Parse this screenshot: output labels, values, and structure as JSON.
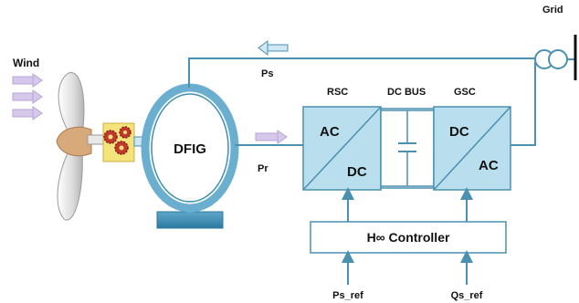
{
  "labels": {
    "wind": "Wind",
    "grid": "Grid",
    "ps": "Ps",
    "pr": "Pr",
    "rsc": "RSC",
    "dc_bus": "DC BUS",
    "gsc": "GSC",
    "dfig": "DFIG",
    "rsc_ac": "AC",
    "rsc_dc": "DC",
    "gsc_dc": "DC",
    "gsc_ac": "AC",
    "controller": "H∞ Controller",
    "ps_ref": "Ps_ref",
    "qs_ref": "Qs_ref"
  },
  "colors": {
    "line": "#4a90b0",
    "converter_fill": "#b9dfee",
    "converter_stroke": "#4a90b0",
    "arrow_fill": "#d6c8ea",
    "blade": "#e6e6e6",
    "hub": "#d8a97a",
    "gear": "#c0392b",
    "gearbox": "#f4e27a",
    "base": "#3a8bb0"
  },
  "icons": [
    "wind-turbine-icon",
    "gearbox-icon",
    "transformer-icon"
  ]
}
